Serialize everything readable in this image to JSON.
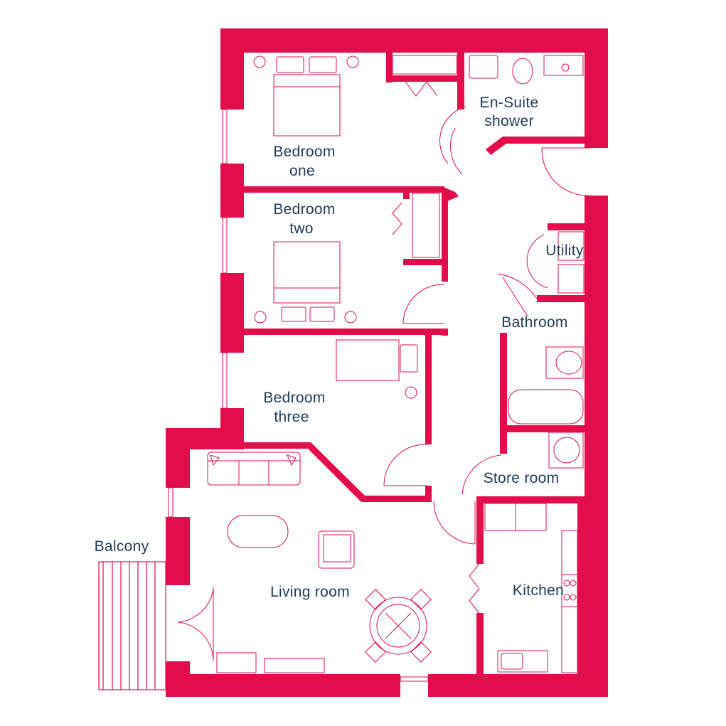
{
  "colors": {
    "wall": "#e30d4b",
    "furniture": "#e30d4b",
    "label": "#1f3a57",
    "background": "#ffffff"
  },
  "rooms": {
    "bedroom_one": {
      "line1": "Bedroom",
      "line2": "one"
    },
    "bedroom_two": {
      "line1": "Bedroom",
      "line2": "two"
    },
    "bedroom_three": {
      "line1": "Bedroom",
      "line2": "three"
    },
    "ensuite": {
      "line1": "En-Suite",
      "line2": "shower"
    },
    "utility": {
      "label": "Utility"
    },
    "bathroom": {
      "label": "Bathroom"
    },
    "store_room": {
      "label": "Store room"
    },
    "kitchen": {
      "label": "Kitchen"
    },
    "living_room": {
      "label": "Living room"
    },
    "balcony": {
      "label": "Balcony"
    }
  }
}
